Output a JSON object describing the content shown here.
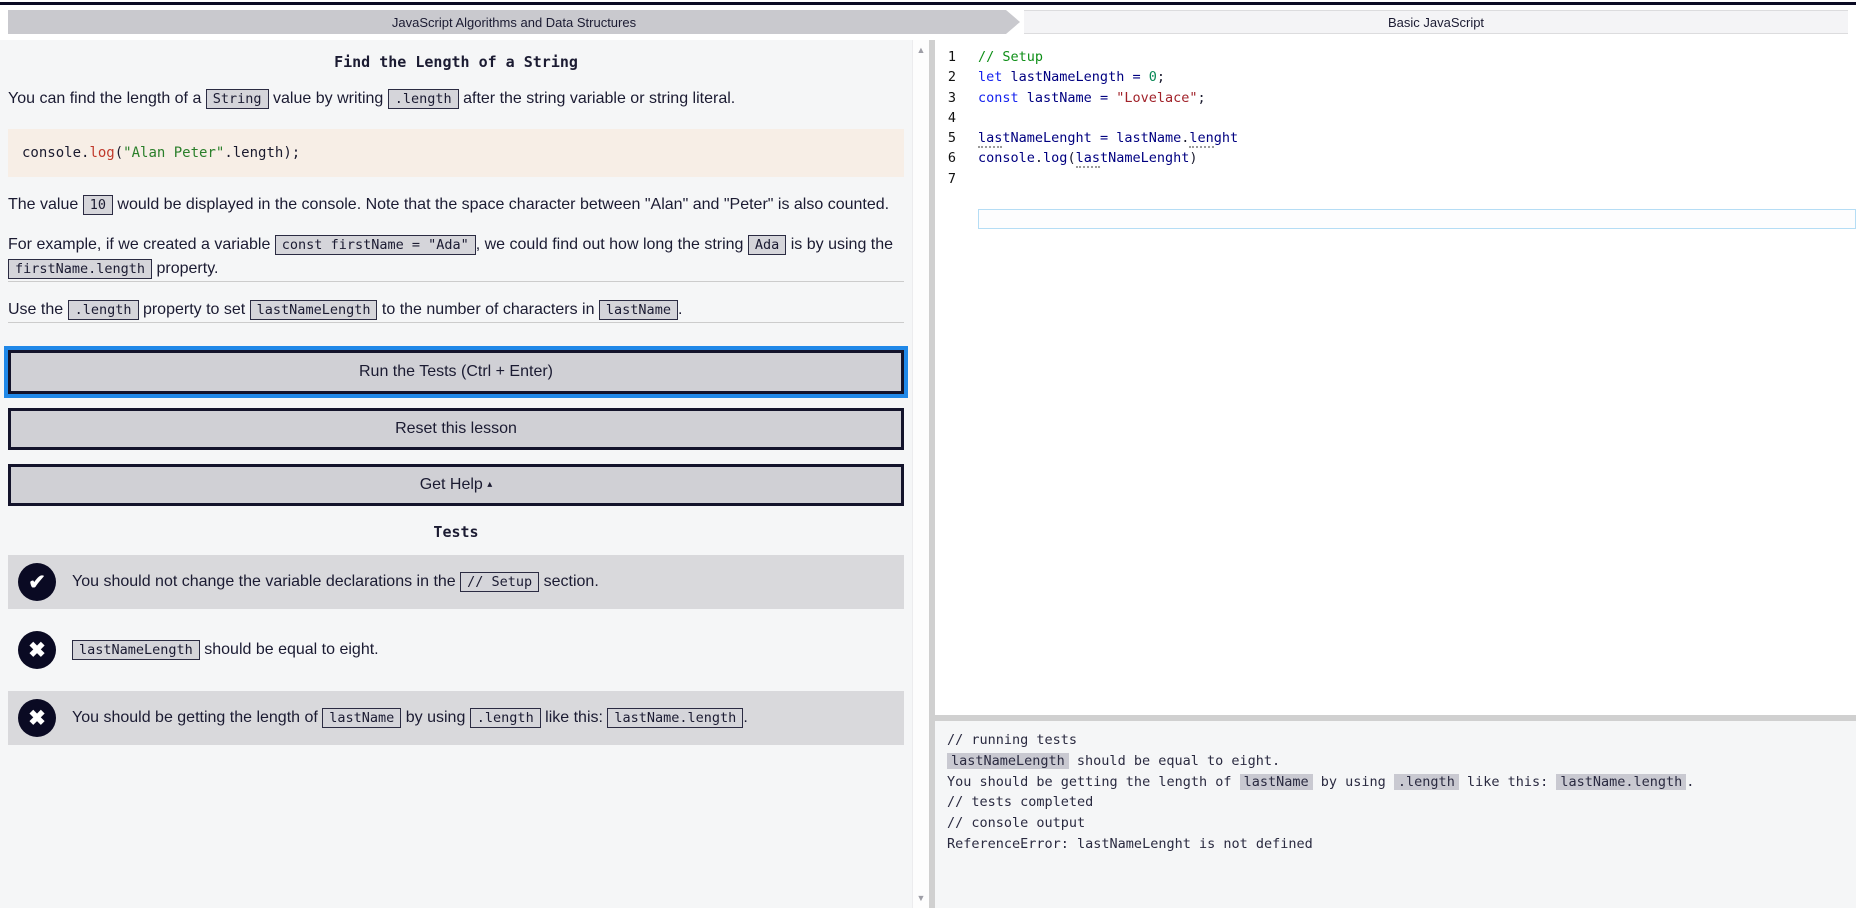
{
  "colors": {
    "brand_navy": "#0a0a23",
    "focus_blue": "#2088e8",
    "panel_bg": "#f5f6f7",
    "button_gray": "#d0d0d5",
    "code_block_bg": "#f7eee6",
    "comment_green": "#0e8f17",
    "keyword_blue": "#1522ee",
    "variable_navy": "#000080",
    "string_red": "#a1222a"
  },
  "header": {
    "superblock_tab": "JavaScript Algorithms and Data Structures",
    "block_tab": "Basic JavaScript"
  },
  "lesson": {
    "title": "Find the Length of a String",
    "intro": [
      {
        "t": "You can find the length of a "
      },
      {
        "c": "String"
      },
      {
        "t": " value by writing "
      },
      {
        "c": ".length"
      },
      {
        "t": " after the string variable or string literal."
      }
    ],
    "example_code": [
      {
        "s": "pl",
        "t": "console."
      },
      {
        "s": "fn",
        "t": "log"
      },
      {
        "s": "pl",
        "t": "("
      },
      {
        "s": "str",
        "t": "\"Alan Peter\""
      },
      {
        "s": "pl",
        "t": ".length);"
      }
    ],
    "note": [
      {
        "t": "The value "
      },
      {
        "c": "10"
      },
      {
        "t": " would be displayed in the console. Note that the space character between \"Alan\" and \"Peter\" is also counted."
      }
    ],
    "example_text": [
      {
        "t": "For example, if we created a variable "
      },
      {
        "c": "const firstName = \"Ada\""
      },
      {
        "t": ", we could find out how long the string "
      },
      {
        "c": "Ada"
      },
      {
        "t": " is by using the "
      },
      {
        "c": "firstName.length"
      },
      {
        "t": " property."
      }
    ],
    "instruction": [
      {
        "t": "Use the "
      },
      {
        "c": ".length"
      },
      {
        "t": " property to set "
      },
      {
        "c": "lastNameLength"
      },
      {
        "t": " to the number of characters in "
      },
      {
        "c": "lastName"
      },
      {
        "t": "."
      }
    ]
  },
  "toolbar": {
    "run_label": "Run the Tests (Ctrl + Enter)",
    "reset_label": "Reset this lesson",
    "help_label": "Get Help",
    "help_arrow": "▴"
  },
  "tests": {
    "heading": "Tests",
    "items": [
      {
        "status": "passed",
        "icon_glyph": "✔",
        "text": [
          {
            "t": "You should not change the variable declarations in the "
          },
          {
            "c": "// Setup"
          },
          {
            "t": " section."
          }
        ]
      },
      {
        "status": "failed",
        "icon_glyph": "✖",
        "text": [
          {
            "c": "lastNameLength"
          },
          {
            "t": " should be equal to eight."
          }
        ]
      },
      {
        "status": "failed",
        "icon_glyph": "✖",
        "text": [
          {
            "t": "You should be getting the length of "
          },
          {
            "c": "lastName"
          },
          {
            "t": " by using "
          },
          {
            "c": ".length"
          },
          {
            "t": " like this: "
          },
          {
            "c": "lastName.length"
          },
          {
            "t": "."
          }
        ]
      }
    ]
  },
  "editor": {
    "line_numbers": [
      "1",
      "2",
      "3",
      "4",
      "5",
      "6",
      "7"
    ],
    "lines": [
      [
        {
          "s": "com",
          "t": "// Setup"
        }
      ],
      [
        {
          "s": "kw",
          "t": "let"
        },
        {
          "s": "pl",
          "t": " "
        },
        {
          "s": "def",
          "t": "lastNameLength"
        },
        {
          "s": "pl",
          "t": " "
        },
        {
          "s": "op",
          "t": "="
        },
        {
          "s": "pl",
          "t": " "
        },
        {
          "s": "num",
          "t": "0"
        },
        {
          "s": "pl",
          "t": ";"
        }
      ],
      [
        {
          "s": "kw",
          "t": "const"
        },
        {
          "s": "pl",
          "t": " "
        },
        {
          "s": "def",
          "t": "lastName"
        },
        {
          "s": "pl",
          "t": " "
        },
        {
          "s": "op",
          "t": "="
        },
        {
          "s": "pl",
          "t": " "
        },
        {
          "s": "str",
          "t": "\"Lovelace\""
        },
        {
          "s": "pl",
          "t": ";"
        }
      ],
      [],
      [
        {
          "s": "var u",
          "t": "las"
        },
        {
          "s": "var",
          "t": "tNameLenght"
        },
        {
          "s": "pl",
          "t": " "
        },
        {
          "s": "op",
          "t": "="
        },
        {
          "s": "pl",
          "t": " "
        },
        {
          "s": "var",
          "t": "lastName"
        },
        {
          "s": "pl",
          "t": "."
        },
        {
          "s": "var u",
          "t": "len"
        },
        {
          "s": "var",
          "t": "ght"
        }
      ],
      [
        {
          "s": "var",
          "t": "console"
        },
        {
          "s": "pl",
          "t": "."
        },
        {
          "s": "var",
          "t": "log"
        },
        {
          "s": "pl",
          "t": "("
        },
        {
          "s": "var u",
          "t": "las"
        },
        {
          "s": "var",
          "t": "tNameLenght"
        },
        {
          "s": "pl",
          "t": ")"
        }
      ],
      []
    ]
  },
  "console": {
    "lines": [
      [
        {
          "t": "// running tests"
        }
      ],
      [
        {
          "c": "lastNameLength"
        },
        {
          "t": " should be equal to eight."
        }
      ],
      [
        {
          "t": "You should be getting the length of "
        },
        {
          "c": "lastName"
        },
        {
          "t": " by using "
        },
        {
          "c": ".length"
        },
        {
          "t": " like this: "
        },
        {
          "c": "lastName.length"
        },
        {
          "t": "."
        }
      ],
      [
        {
          "t": "// tests completed"
        }
      ],
      [
        {
          "t": "// console output"
        }
      ],
      [
        {
          "t": "ReferenceError: lastNameLenght is not defined"
        }
      ]
    ]
  },
  "scrollbar": {
    "up_glyph": "▲",
    "down_glyph": "▼"
  }
}
